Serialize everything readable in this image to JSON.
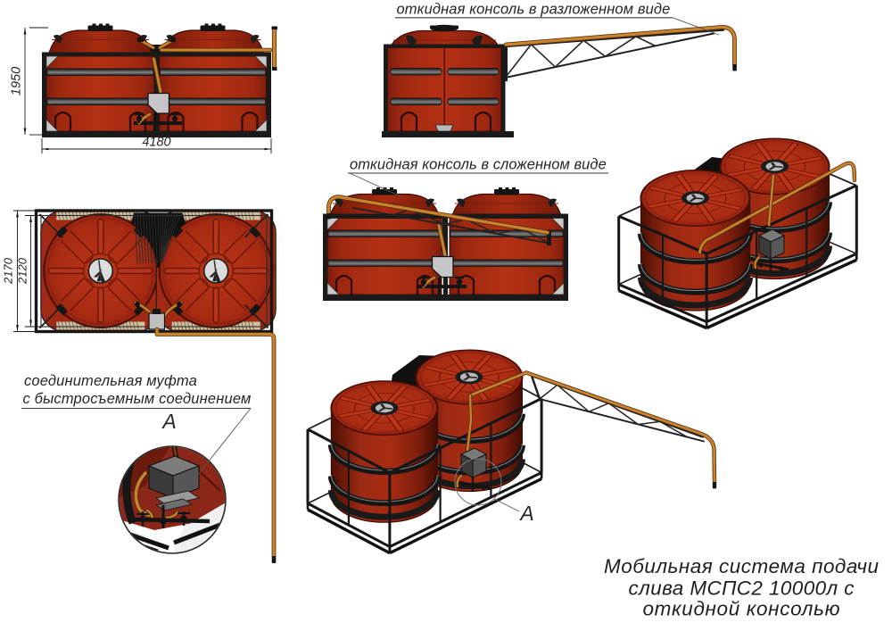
{
  "page": {
    "background": "#ffffff"
  },
  "labels": {
    "console_unfolded": "откидная консоль в разложенном виде",
    "console_folded": "откидная консоль в сложенном виде",
    "coupling_line1": "соединительная муфта",
    "coupling_line2": "с быстросъемным соединением",
    "detail_marker": "А",
    "detail_marker_iso": "А"
  },
  "dimensions": {
    "front_height": "1950",
    "front_width": "4180",
    "top_outer": "2170",
    "top_inner": "2120"
  },
  "title": {
    "line1": "Мобильная система подачи",
    "line2": "слива МСПС2 10000л с",
    "line3": "откидной консолью"
  },
  "colors": {
    "tank_red": "#b23018",
    "frame_black": "#1a1a1a",
    "pipe_orange": "#c9832f",
    "box_gray": "#c6c6c8",
    "text": "#262626"
  }
}
